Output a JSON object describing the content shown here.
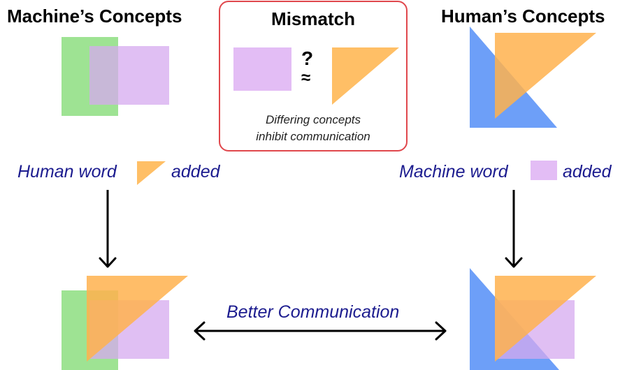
{
  "headings": {
    "machine": "Machine’s Concepts",
    "human": "Human’s Concepts"
  },
  "mismatch": {
    "title": "Mismatch",
    "question_mark": "?",
    "approx_symbol": "≈",
    "caption_line1": "Differing concepts",
    "caption_line2": "inhibit communication"
  },
  "left_label": {
    "before": "Human word",
    "after": "added"
  },
  "right_label": {
    "before": "Machine word",
    "after": "added"
  },
  "center_label": "Better Communication",
  "colors": {
    "green": "#9ee393",
    "purple": "#e3bdf5",
    "orange": "#ffbf66",
    "blue": "#6d9ff8",
    "mismatch_border": "#e0474c",
    "label_text": "#1c1c8f"
  }
}
